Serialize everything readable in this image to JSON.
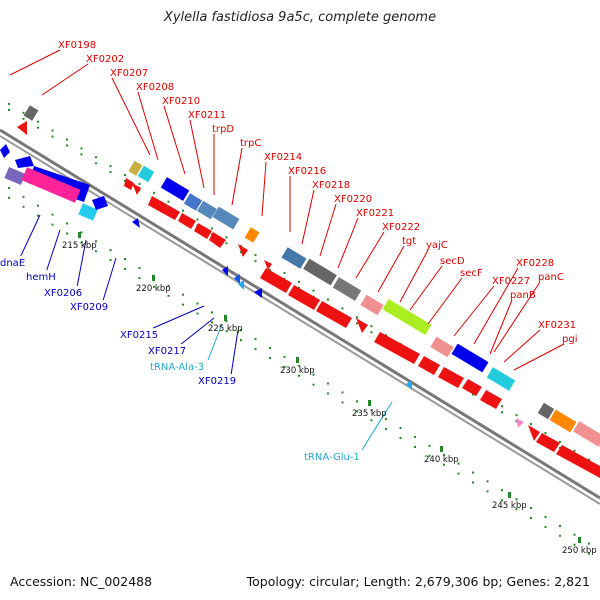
{
  "title": "Xylella fastidiosa 9a5c, complete genome",
  "footer": {
    "accession": "Accession: NC_002488",
    "topology": "Topology: circular; Length: 2,679,306 bp; Genes: 2,821"
  },
  "colors": {
    "backbone": "#888888",
    "forward_cds": "#ee1111",
    "label_red": "#dd0000",
    "label_blue": "#0000bb",
    "label_cyan": "#22aacc",
    "tick": "#228822"
  },
  "ticks": [
    {
      "label": "215 kbp"
    },
    {
      "label": "220 kbp"
    },
    {
      "label": "225 kbp"
    },
    {
      "label": "230 kbp"
    },
    {
      "label": "235 kbp"
    },
    {
      "label": "240 kbp"
    },
    {
      "label": "245 kbp"
    },
    {
      "label": "250 kbp"
    }
  ],
  "labels_top": [
    "XF0198",
    "XF0202",
    "XF0207",
    "XF0208",
    "XF0210",
    "XF0211",
    "trpD",
    "trpC",
    "XF0214",
    "XF0216",
    "XF0218",
    "XF0220",
    "XF0221",
    "XF0222",
    "tgt",
    "yajC",
    "secD",
    "secF",
    "XF0227",
    "XF0228",
    "panB",
    "panC",
    "XF0231",
    "pgi"
  ],
  "labels_bottom": [
    "dnaE",
    "hemH",
    "XF0206",
    "XF0209",
    "XF0215",
    "XF0217",
    "tRNA-Ala-3",
    "XF0219",
    "tRNA-Glu-1"
  ]
}
